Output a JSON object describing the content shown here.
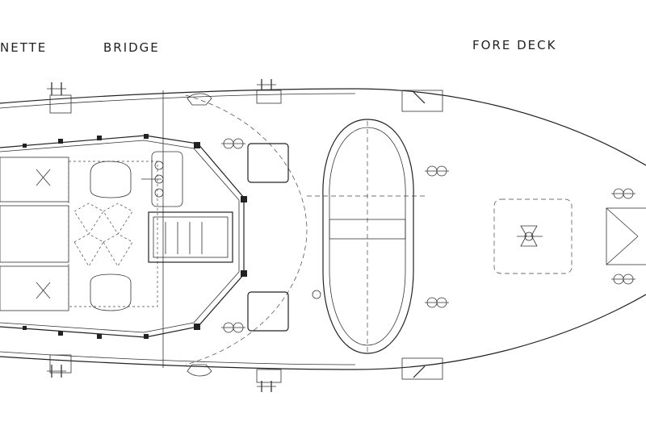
{
  "labels": {
    "kitchenette": "NETTE",
    "bridge": "BRIDGE",
    "fore_deck": "FORE DECK"
  },
  "colors": {
    "line": "#222222",
    "background": "#ffffff"
  }
}
